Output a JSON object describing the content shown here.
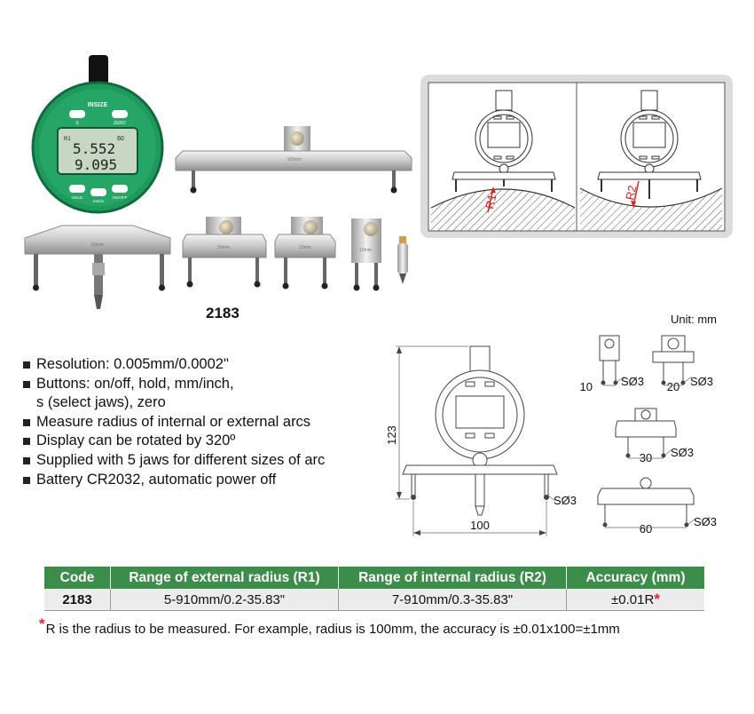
{
  "product": {
    "model": "2183",
    "brand": "INSIZE",
    "gauge": {
      "btn_s": "S",
      "btn_zero": "ZERO",
      "btn_hold": "HOLD",
      "btn_unit": "mm/in",
      "btn_onoff": "ON/OFF",
      "reading_top": "5.552",
      "reading_bottom": "9.095",
      "jaw_indicator": "60",
      "r1": "R1",
      "s_label": "S"
    },
    "jaw_labels": [
      "60mm",
      "100mm",
      "30mm",
      "20mm",
      "10mm"
    ]
  },
  "schematic": {
    "r1_label": "R1",
    "r2_label": "R2"
  },
  "features": [
    "Resolution: 0.005mm/0.0002\"",
    "Buttons: on/off, hold, mm/inch,",
    "s (select jaws), zero",
    "Measure radius of internal or external arcs",
    "Display can be rotated by 320º",
    "Supplied with 5 jaws for different sizes of arc",
    "Battery CR2032, automatic power off"
  ],
  "dimensions": {
    "unit": "Unit: mm",
    "height": "123",
    "width": "100",
    "sphere": "SØ3",
    "jaws": [
      "10",
      "20",
      "30",
      "60"
    ]
  },
  "table": {
    "headers": [
      "Code",
      "Range of external radius (R1)",
      "Range of internal radius (R2)",
      "Accuracy (mm)"
    ],
    "row": {
      "code": "2183",
      "r1": "5-910mm/0.2-35.83\"",
      "r2": "7-910mm/0.3-35.83\"",
      "accuracy": "±0.01R"
    },
    "star": "*"
  },
  "footnote": {
    "star": "*",
    "text": "R is the radius to be measured. For example, radius is 100mm, the accuracy is ±0.01x100=±1mm"
  },
  "colors": {
    "accent_green": "#3d8d4a",
    "gauge_green": "#1f9a5c",
    "star_red": "#e0262b"
  }
}
